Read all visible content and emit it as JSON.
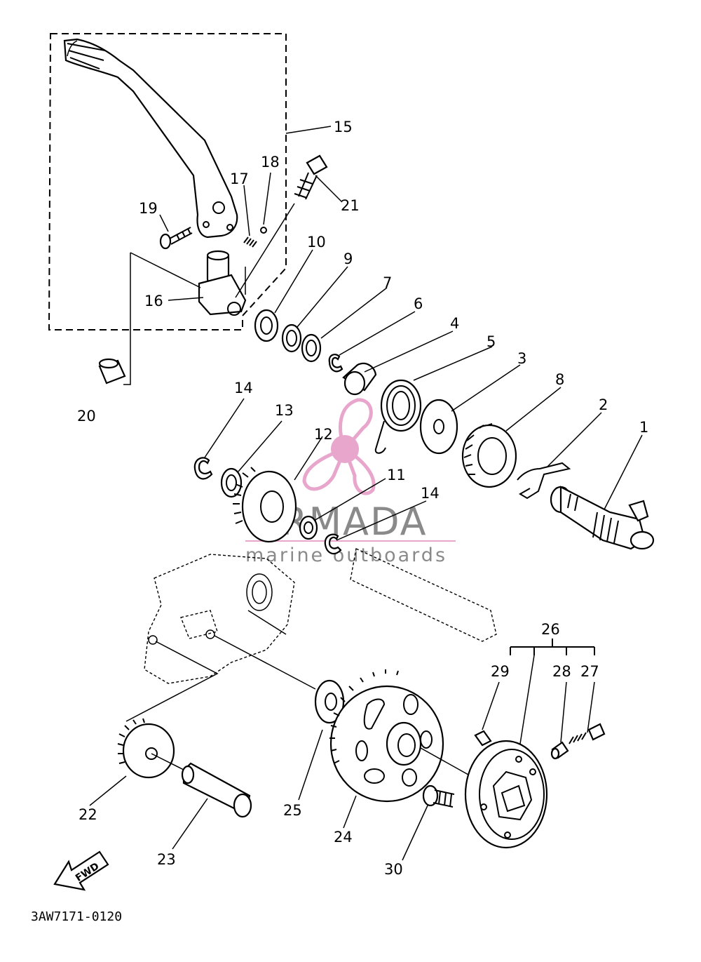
{
  "callouts": {
    "c1": "1",
    "c2": "2",
    "c3": "3",
    "c4": "4",
    "c5": "5",
    "c6": "6",
    "c7": "7",
    "c8": "8",
    "c9": "9",
    "c10": "10",
    "c11": "11",
    "c12": "12",
    "c13": "13",
    "c14a": "14",
    "c14b": "14",
    "c15": "15",
    "c16": "16",
    "c17": "17",
    "c18": "18",
    "c19": "19",
    "c20": "20",
    "c21": "21",
    "c22": "22",
    "c23": "23",
    "c24": "24",
    "c25": "25",
    "c26": "26",
    "c27": "27",
    "c28": "28",
    "c29": "29",
    "c30": "30"
  },
  "diagram_code": "3AW7171-0120",
  "direction_arrow": {
    "label": "FWD",
    "icon": "forward-arrow-icon"
  },
  "watermark": {
    "title": "ARMADA",
    "subtitle": "marine outboards",
    "logo_icon": "propeller-logo-icon",
    "accent_color": "#e8a6cc",
    "text_color": "#8a8a8a"
  }
}
